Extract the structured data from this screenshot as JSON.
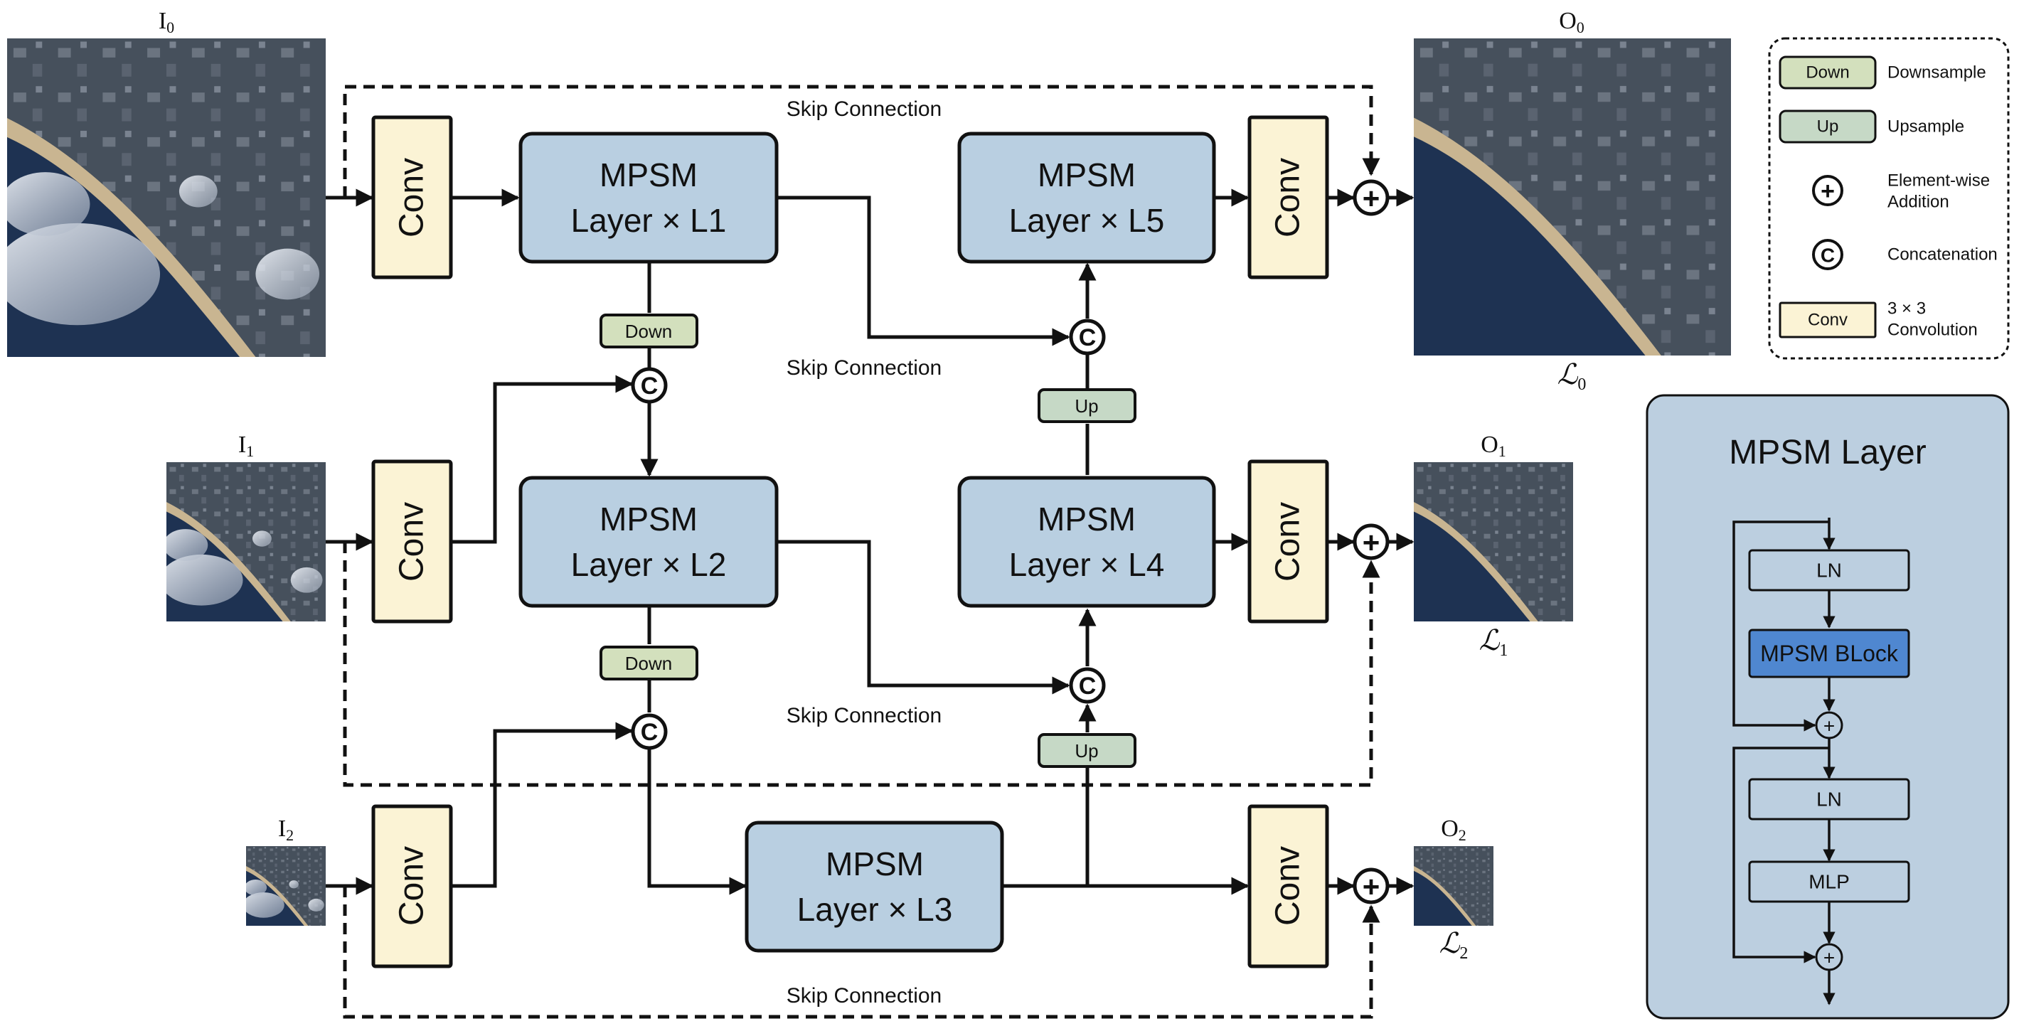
{
  "inputs": {
    "i0": {
      "label": "I",
      "sub": "0"
    },
    "i1": {
      "label": "I",
      "sub": "1"
    },
    "i2": {
      "label": "I",
      "sub": "2"
    }
  },
  "outputs": {
    "o0": {
      "label": "O",
      "sub": "0",
      "loss": "ℒ",
      "loss_sub": "0"
    },
    "o1": {
      "label": "O",
      "sub": "1",
      "loss": "ℒ",
      "loss_sub": "1"
    },
    "o2": {
      "label": "O",
      "sub": "2",
      "loss": "ℒ",
      "loss_sub": "2"
    }
  },
  "blocks": {
    "conv": "Conv",
    "mpsm_title": "MPSM",
    "l1": "Layer × L1",
    "l2": "Layer × L2",
    "l3": "Layer × L3",
    "l4": "Layer × L4",
    "l5": "Layer × L5",
    "down": "Down",
    "up": "Up",
    "concat": "C",
    "add": "+"
  },
  "skip_connection": "Skip Connection",
  "legend": {
    "down": {
      "key": "Down",
      "text": "Downsample"
    },
    "up": {
      "key": "Up",
      "text": "Upsample"
    },
    "add": {
      "text1": "Element-wise",
      "text2": "Addition"
    },
    "concat": {
      "text": "Concatenation"
    },
    "conv": {
      "key": "Conv",
      "text1": "3 × 3",
      "text2": "Convolution"
    }
  },
  "mpsm_layer": {
    "title": "MPSM Layer",
    "ln1": "LN",
    "block": "MPSM BLock",
    "ln2": "LN",
    "mlp": "MLP"
  },
  "colors": {
    "mpsm_fill": "#b9cfe1",
    "conv_fill": "#fbf3d5",
    "down_fill": "#d3e0bd",
    "up_fill": "#c6d9c6",
    "mpsm_block_fill": "#4f87d0",
    "panel_fill": "#bccfe0",
    "sea": "#1e3252",
    "beach": "#c9b591",
    "land": "#4b5562"
  }
}
